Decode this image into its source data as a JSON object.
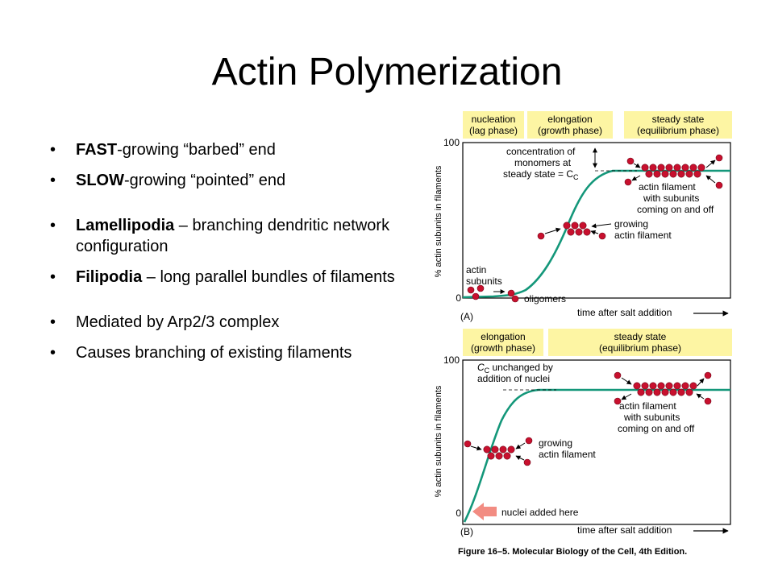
{
  "title": "Actin Polymerization",
  "bullets": [
    {
      "bold": "FAST",
      "rest": "-growing “barbed” end"
    },
    {
      "bold": "SLOW",
      "rest": "-growing “pointed” end"
    },
    {
      "bold": "Lamellipodia",
      "rest": " – branching dendritic network configuration"
    },
    {
      "bold": "Filipodia",
      "rest": " – long parallel bundles of filaments"
    },
    {
      "bold": "",
      "rest": "Mediated by Arp2/3 complex"
    },
    {
      "bold": "",
      "rest": "Causes branching of existing filaments"
    }
  ],
  "figure": {
    "panel_a": {
      "phase_nucleation_1": "nucleation",
      "phase_nucleation_2": "(lag phase)",
      "phase_elongation_1": "elongation",
      "phase_elongation_2": "(growth phase)",
      "phase_steady_1": "steady state",
      "phase_steady_2": "(equilibrium phase)",
      "y_max": "100",
      "y_min": "0",
      "ylabel": "% actin subunits in filaments",
      "xlabel": "time after salt addition",
      "panel_label": "(A)",
      "cc_line1": "concentration of",
      "cc_line2": "monomers at",
      "cc_line3": "steady state = C",
      "cc_sub": "C",
      "steady_label_1": "actin filament",
      "steady_label_2": "with subunits",
      "steady_label_3": "coming on and off",
      "growing_label_1": "growing",
      "growing_label_2": "actin filament",
      "subunits_label_1": "actin",
      "subunits_label_2": "subunits",
      "oligomers_label": "oligomers"
    },
    "panel_b": {
      "phase_elongation_1": "elongation",
      "phase_elongation_2": "(growth phase)",
      "phase_steady_1": "steady state",
      "phase_steady_2": "(equilibrium phase)",
      "y_max": "100",
      "y_min": "0",
      "ylabel": "% actin subunits in filaments",
      "xlabel": "time after salt addition",
      "panel_label": "(B)",
      "cc_prefix": "C",
      "cc_sub": "C",
      "cc_line1_rest": " unchanged by",
      "cc_line2": "addition of nuclei",
      "steady_label_1": "actin filament",
      "steady_label_2": "with subunits",
      "steady_label_3": "coming on and off",
      "growing_label_1": "growing",
      "growing_label_2": "actin filament",
      "nuclei_label": "nuclei added here"
    },
    "caption": "Figure 16–5. Molecular Biology of the Cell, 4th Edition.",
    "colors": {
      "curve": "#14977a",
      "bead": "#c8102e",
      "bead_stroke": "#6d0718",
      "phase_box": "#fdf5a3",
      "nuclei_arrow": "#f28c82"
    }
  }
}
